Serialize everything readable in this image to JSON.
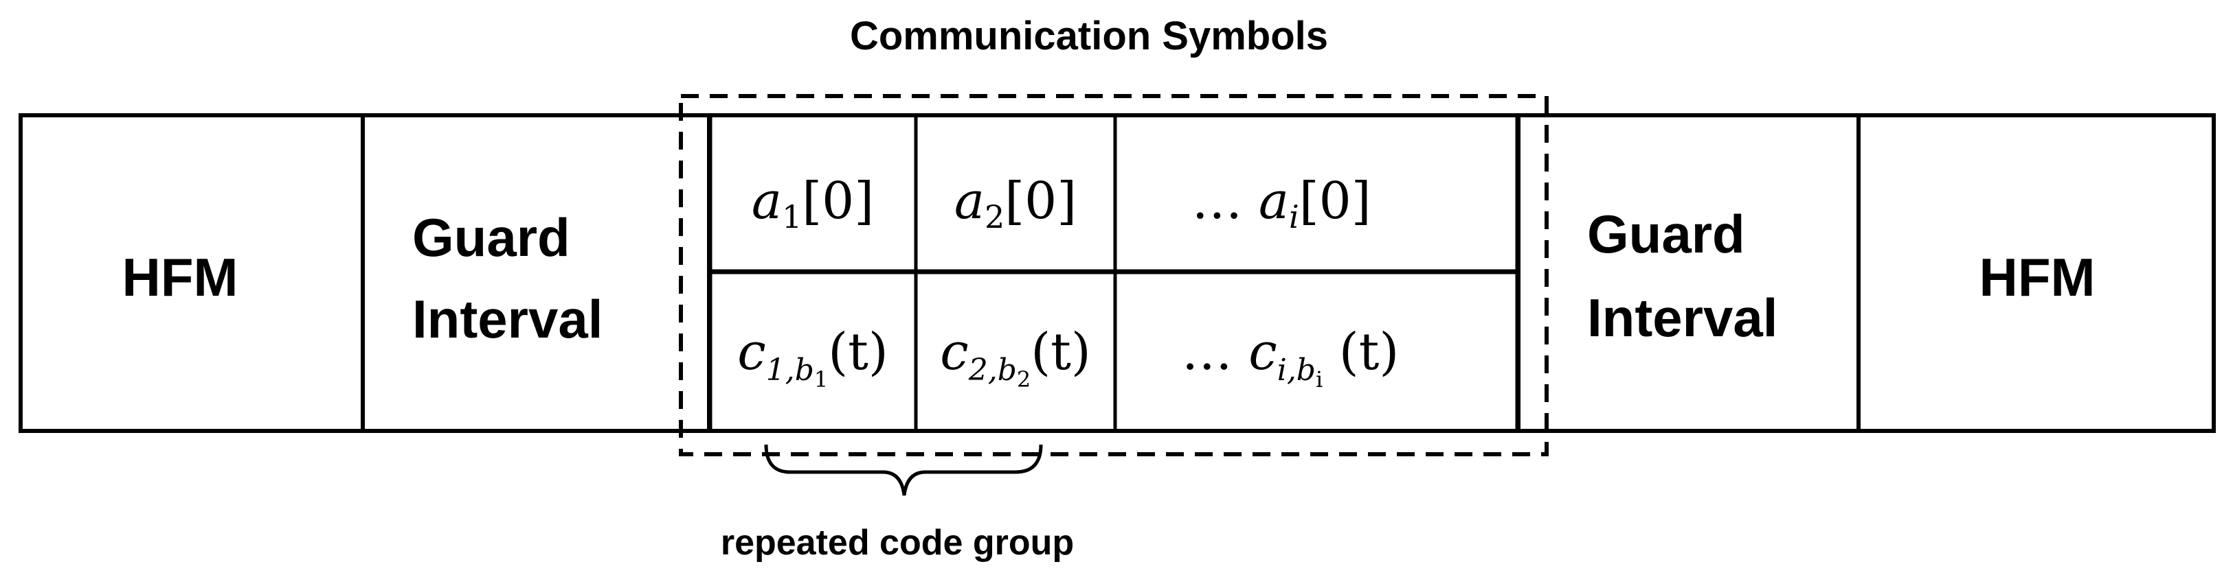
{
  "title": "Communication Symbols",
  "blocks": {
    "hfm_left": "HFM",
    "guard_left": {
      "line1": "Guard",
      "line2": "Interval"
    },
    "guard_right": {
      "line1": "Guard",
      "line2": "Interval"
    },
    "hfm_right": "HFM"
  },
  "symbols": {
    "top": [
      {
        "prefix": "",
        "base": "a",
        "sub": "1",
        "suffix": "[0]"
      },
      {
        "prefix": "",
        "base": "a",
        "sub": "2",
        "suffix": "[0]"
      },
      {
        "prefix": "… ",
        "base": "a",
        "sub": "i",
        "suffix": "[0]"
      }
    ],
    "bottom": [
      {
        "prefix": "",
        "base": "c",
        "sub": "1,b",
        "subsub": "1",
        "suffix": "(t)"
      },
      {
        "prefix": "",
        "base": "c",
        "sub": "2,b",
        "subsub": "2",
        "suffix": "(t)"
      },
      {
        "prefix": "… ",
        "base": "c",
        "sub": "i,b",
        "subsub": "i",
        "suffix": " (t)"
      }
    ]
  },
  "brace_label": "repeated code group"
}
